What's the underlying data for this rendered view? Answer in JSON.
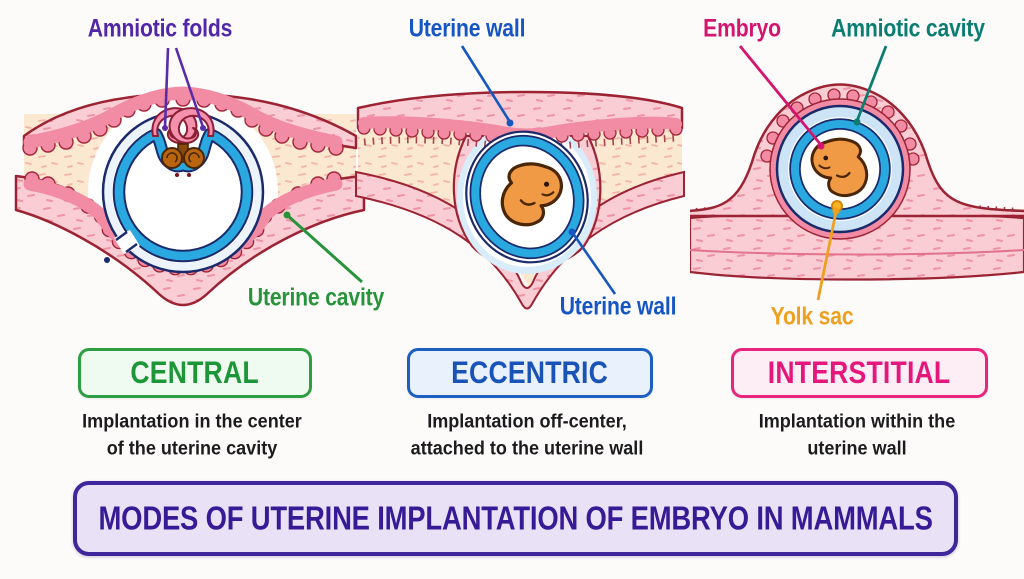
{
  "banner": {
    "title": "MODES OF UTERINE IMPLANTATION OF EMBRYO IN MAMMALS",
    "border_color": "#40269b",
    "background": "#e9e2f7",
    "text_color": "#371b96"
  },
  "annotations": {
    "amniotic_folds": "Amniotic folds",
    "uterine_wall_top": "Uterine wall",
    "embryo": "Embryo",
    "amniotic_cavity": "Amniotic cavity",
    "uterine_cavity": "Uterine cavity",
    "uterine_wall_bottom": "Uterine wall",
    "yolk_sac": "Yolk sac"
  },
  "annotation_colors": {
    "amniotic_folds": "#5226a8",
    "uterine_wall": "#1656c4",
    "embryo": "#d4156f",
    "amniotic_cavity": "#0b7d72",
    "uterine_cavity": "#27943b",
    "yolk_sac": "#efa020"
  },
  "modes": [
    {
      "label": "CENTRAL",
      "description_line1": "Implantation in the center",
      "description_line2": "of the uterine cavity",
      "accent": "#2e9e44",
      "text_color": "#1d9638",
      "background": "#effaf0"
    },
    {
      "label": "ECCENTRIC",
      "description_line1": "Implantation off-center,",
      "description_line2": "attached to the uterine wall",
      "accent": "#1d5fc0",
      "text_color": "#1a53b8",
      "background": "#e9f1fc"
    },
    {
      "label": "INTERSTITIAL",
      "description_line1": "Implantation within the",
      "description_line2": "uterine wall",
      "accent": "#e8257d",
      "text_color": "#e4187c",
      "background": "#fdeef5"
    }
  ],
  "illustration_palette": {
    "tissue_light_pink": "#f9cdd3",
    "tissue_deep_pink": "#f28ba4",
    "tissue_outline": "#9b2334",
    "stroma_peach": "#fbe8d0",
    "blastocyst_ring_blue": "#2aa9e1",
    "ring_outline_navy": "#1b2a6b",
    "amniotic_fluid_blue": "#cde4f7",
    "embryo_orange": "#f09a45",
    "embryo_outline_brown": "#4a2605",
    "yolk_sac_orange": "#f9b222",
    "background": "#fcfbfa"
  }
}
